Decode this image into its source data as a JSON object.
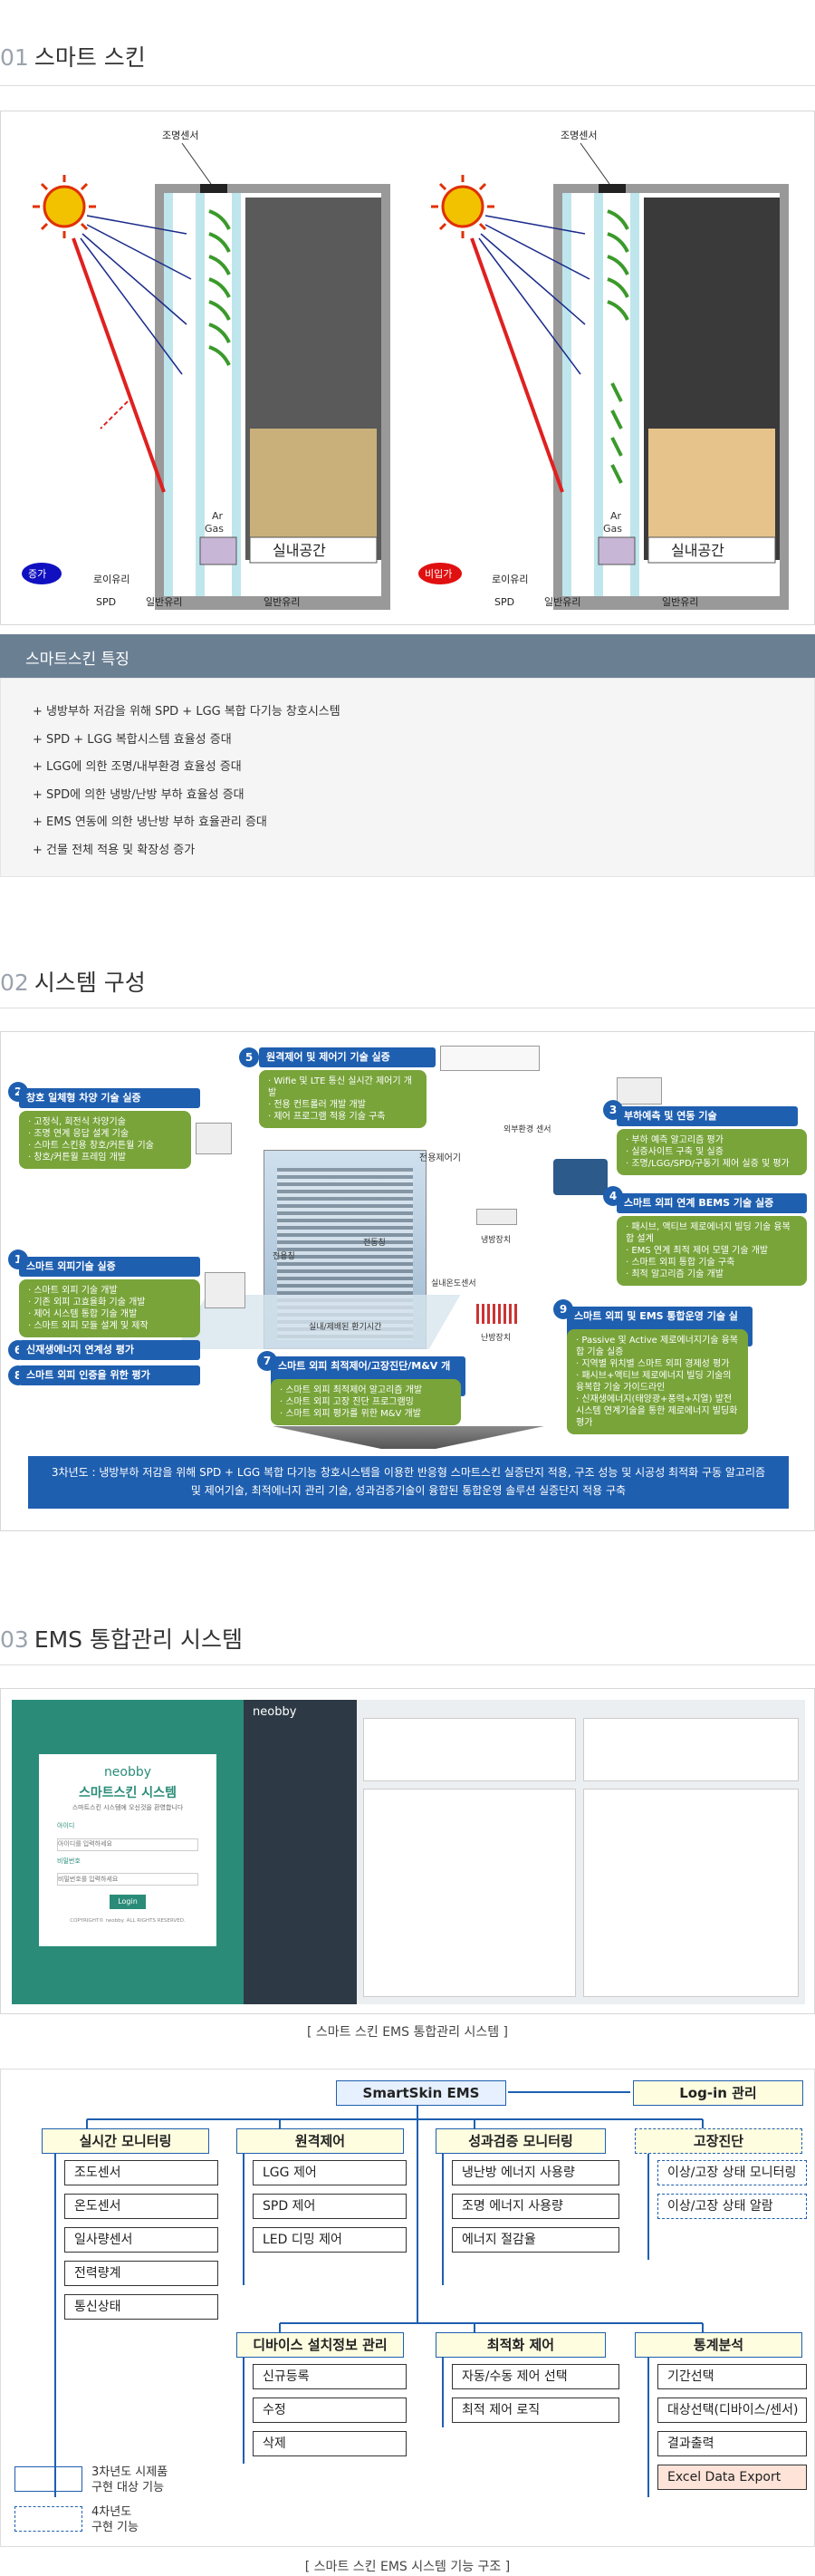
{
  "sec1": {
    "num": "01",
    "title": "스마트 스킨"
  },
  "diagram1": {
    "sensor_label": "조명센서",
    "gas_label": "Ar\nGas",
    "room_label": "실내공간",
    "bottom_labels": [
      "로이유리",
      "SPD",
      "일반유리",
      "일반유리"
    ],
    "left_badge": "증가",
    "right_badge": "비입가"
  },
  "features": {
    "header": "스마트스킨 특징",
    "items": [
      "냉방부하 저감을 위해 SPD + LGG 복합 다기능 창호시스템",
      "SPD + LGG 복합시스템 효율성 증대",
      "LGG에 의한 조명/내부환경 효율성 증대",
      "SPD에 의한 냉방/난방 부하 효율성 증대",
      "EMS 연동에 의한 냉난방 부하 효율관리 증대",
      "건물 전체 적용 및 확장성 증가"
    ]
  },
  "sec2": {
    "num": "02",
    "title": "시스템 구성"
  },
  "system": {
    "b5": "원격제어 및 제어기 기술 실증",
    "b5_items": [
      "Wifie 및 LTE 통신 실시간 제어기 개발",
      "전용 컨트롤러 개발 개발",
      "제어 프로그램 적용 기술 구축"
    ],
    "b2": "창호 일체형 차양 기술 실증",
    "b2_items": [
      "고정식, 회전식 차양기술",
      "조명 연계 응답 설계 기술",
      "스마트 스킨용 창호/커튼월 기술",
      "창호/커튼월 프레임 개발"
    ],
    "b3": "부하예측 및 연동 기술",
    "b3_items": [
      "부하 예측 알고리즘 평가",
      "실증사이트 구축 및 실증",
      "조명/LGG/SPD/구동기 제어 실증 및 평가"
    ],
    "b4": "스마트 외피 연계 BEMS 기술 실증",
    "b4_items": [
      "패시브, 액티브 제로에너지 빌딩 기술 융복합 설계",
      "EMS 연계 최적 제어 모델 기술 개발",
      "스마트 외피 통합 기술 구축",
      "최적 알고리즘 기술 개발"
    ],
    "b1": "스마트 외피기술 실증",
    "b1_items": [
      "스마트 외피 기술 개발",
      "기존 외피 고효율화 기술 개발",
      "제어 시스템 통합 기술 개발",
      "스마트 외피 모듈 설계 및 제작"
    ],
    "b6": "신재생에너지 연계성 평가",
    "b8": "스마트 외피 인증을 위한 평가",
    "b7": "스마트 외피 최적제어/고장진단/M&V 개 실증",
    "b7_items": [
      "스마트 외피 최적제어 알고리즘 개발",
      "스마트 외피 고장 진단 프로그램밍",
      "스마트 외피 평가를 위한 M&V 개발"
    ],
    "b9": "스마트 외피 및 EMS 통합운영 기술 실증",
    "b9_items": [
      "Passive 및 Active 제로에너지기술 융복합 기술 실증",
      "지역별 위치별 스마트 외피 경제성 평가",
      "패시브+액티브 제로에너지 빌딩 기술의 융복합 기술 가이드라인",
      "신재생에너지(태양광+풍력+지열) 발전시스템 연계기술을 통한 제로에너지 빌딩화 평가"
    ],
    "labels": {
      "controller": "전용제어기",
      "sensor_out": "외부환경 센서",
      "cool": "냉방장치",
      "heat": "난방장치",
      "indoor_sensor": "실내온도센서",
      "air": "실내/제배된 환기시간",
      "comp_vent": "전용칭",
      "comp_air": "전동칭"
    },
    "banner": "3차년도 : 냉방부하 저감을 위해 SPD + LGG 복합 다기능 창호시스템을 이용한 반응형 스마트스킨 실증단지 적용, 구조 성능 및 시공성 최적화 구동 알고리즘 및 제어기술, 최적에너지 관리 기술, 성과검증기술이 융합된 통합운영 솔루션 실증단지 적용  구축"
  },
  "sec3": {
    "num": "03",
    "title": "EMS 통합관리 시스템"
  },
  "ems_screen": {
    "brand": "neobby",
    "login_title": "스마트스킨 시스템",
    "login_sub": "스마트스킨 시스템에 오신것을 환영합니다",
    "id_label": "아이디",
    "id_ph": "아이디를 입력하세요",
    "pw_label": "비밀번호",
    "pw_ph": "비밀번호를 입력하세요",
    "login_btn": "Login",
    "copyright": "COPYRIGHT© neobby. ALL RIGHTS RESERVED."
  },
  "caption1": "[ 스마트 스킨 EMS 통합관리 시스템 ]",
  "tree": {
    "root": "SmartSkin EMS",
    "login": "Log-in 관리",
    "g1": {
      "head": "실시간 모니터링",
      "items": [
        "조도센서",
        "온도센서",
        "일사량센서",
        "전력량계",
        "통신상태"
      ]
    },
    "g2": {
      "head": "원격제어",
      "items": [
        "LGG 제어",
        "SPD 제어",
        "LED 디밍 제어"
      ]
    },
    "g3": {
      "head": "성과검증 모니터링",
      "items": [
        "냉난방 에너지 사용량",
        "조명 에너지 사용량",
        "에너지 절감율"
      ]
    },
    "g4": {
      "head": "고장진단",
      "items": [
        "이상/고장 상태 모니터링",
        "이상/고장 상태 알람"
      ]
    },
    "g5": {
      "head": "디바이스 설치정보 관리",
      "items": [
        "신규등록",
        "수정",
        "삭제"
      ]
    },
    "g6": {
      "head": "최적화 제어",
      "items": [
        "자동/수동 제어 선택",
        "최적 제어 로직"
      ]
    },
    "g7": {
      "head": "통계분석",
      "items": [
        "기간선택",
        "대상선택(디바이스/센서)",
        "결과출력",
        "Excel Data Export"
      ]
    },
    "legend1": "3차년도 시제품\n구현 대상 기능",
    "legend2": "4차년도\n구현 기능"
  },
  "caption2": "[ 스마트 스킨 EMS 시스템 기능 구조 ]"
}
